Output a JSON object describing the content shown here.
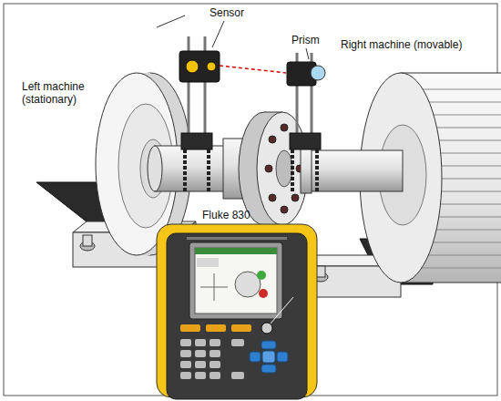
{
  "diagram": {
    "labels": [
      "Sensor",
      "Prism",
      "Right machine (movable)",
      "Left machine (stationary)",
      "Fluke 830"
    ]
  }
}
